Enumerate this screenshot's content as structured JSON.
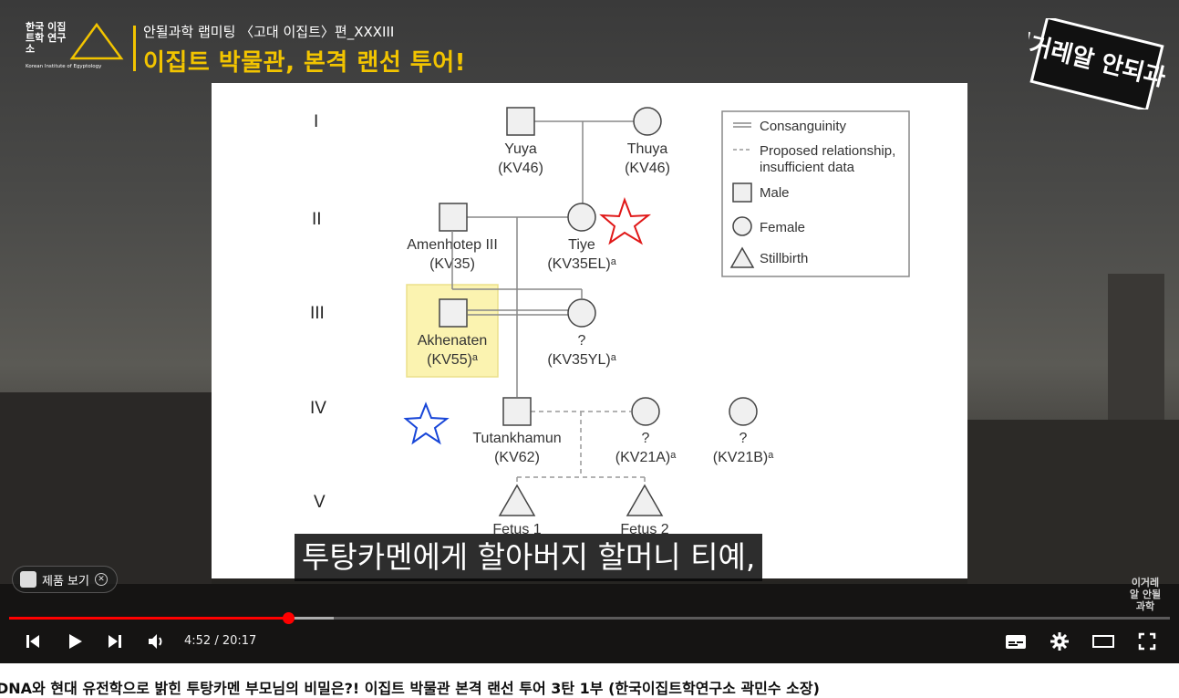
{
  "channel": {
    "logo_name": "한국 이집트학 연구소",
    "logo_english": "Korean Institute of Egyptology",
    "overlay_subtitle": "안될과학 랩미팅 〈고대 이집트〉편_XXXIII",
    "overlay_title": "이집트 박물관, 본격 랜선 투어!",
    "badge_text": "이거레알 안되과학",
    "watermark": "이거레알 안될과학"
  },
  "slide": {
    "generations": [
      "I",
      "II",
      "III",
      "IV",
      "V"
    ],
    "people": {
      "yuya": {
        "name": "Yuya",
        "tomb": "(KV46)"
      },
      "thuya": {
        "name": "Thuya",
        "tomb": "(KV46)"
      },
      "amenhotep": {
        "name": "Amenhotep III",
        "tomb": "(KV35)"
      },
      "tiye": {
        "name": "Tiye",
        "tomb": "(KV35EL)ᵃ"
      },
      "akhenaten": {
        "name": "Akhenaten",
        "tomb": "(KV55)ᵃ"
      },
      "kv35yl": {
        "name": "?",
        "tomb": "(KV35YL)ᵃ"
      },
      "tutankhamun": {
        "name": "Tutankhamun",
        "tomb": "(KV62)"
      },
      "kv21a": {
        "name": "?",
        "tomb": "(KV21A)ᵃ"
      },
      "kv21b": {
        "name": "?",
        "tomb": "(KV21B)ᵃ"
      },
      "fetus1": {
        "name": "Fetus 1"
      },
      "fetus2": {
        "name": "Fetus 2"
      }
    },
    "legend": {
      "consanguinity": "Consanguinity",
      "proposed_1": "Proposed relationship,",
      "proposed_2": "insufficient data",
      "male": "Male",
      "female": "Female",
      "stillbirth": "Stillbirth"
    },
    "annotation_colors": {
      "red_star": "#e01818",
      "blue_star": "#1846d8",
      "highlight": "#fbf3b0"
    }
  },
  "caption": "투탕카멘에게 할아버지 할머니 티예,",
  "product_chip": {
    "label": "제품 보기"
  },
  "player": {
    "current_time": "4:52",
    "duration": "20:17",
    "progress_fraction": 0.24,
    "buffered_fraction": 0.28,
    "accent_color": "#ff0000"
  },
  "video_title": "DNA와 현대 유전학으로 밝힌 투탕카멘 부모님의 비밀은?! 이집트 박물관 본격 랜선 투어 3탄 1부 (한국이집트학연구소 곽민수 소장)"
}
